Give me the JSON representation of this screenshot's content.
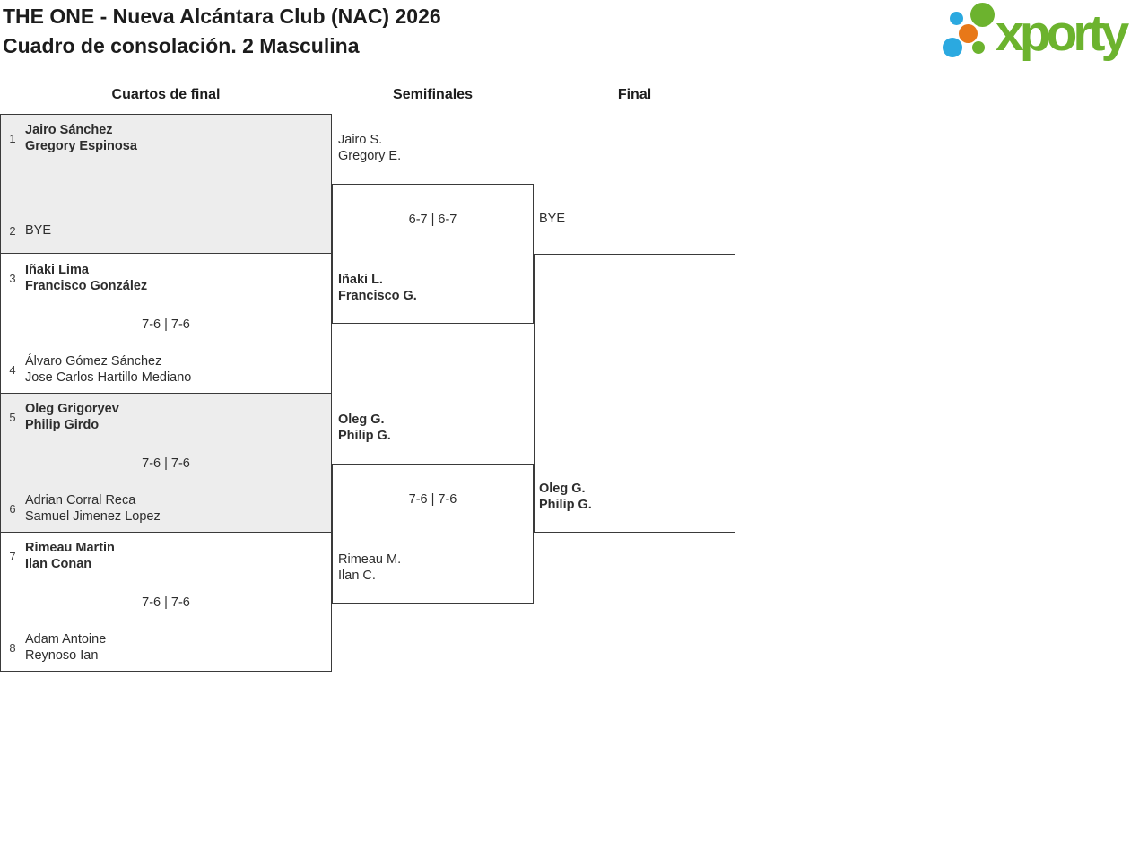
{
  "header": {
    "title_line1": "THE ONE - Nueva Alcántara Club (NAC) 2026",
    "title_line2": "Cuadro de consolación. 2 Masculina"
  },
  "logo": {
    "wordmark": "xporty",
    "brand_colors": {
      "green": "#6cb32e",
      "blue": "#2ba9e0",
      "orange": "#e87818"
    }
  },
  "round_headers": [
    {
      "label": "Cuartos de final"
    },
    {
      "label": "Semifinales"
    },
    {
      "label": "Final"
    }
  ],
  "bracket": {
    "quarterfinals": [
      {
        "seed_top": "1",
        "top": [
          "Jairo Sánchez",
          "Gregory Espinosa"
        ],
        "seed_bottom": "2",
        "bottom": [
          "BYE"
        ],
        "winner": "top"
      },
      {
        "seed_top": "3",
        "top": [
          "Iñaki Lima",
          "Francisco González"
        ],
        "seed_bottom": "4",
        "bottom": [
          "Álvaro Gómez Sánchez",
          "Jose Carlos Hartillo Mediano"
        ],
        "score": "7-6 | 7-6",
        "winner": "top"
      },
      {
        "seed_top": "5",
        "top": [
          "Oleg Grigoryev",
          "Philip Girdo"
        ],
        "seed_bottom": "6",
        "bottom": [
          "Adrian Corral Reca",
          "Samuel Jimenez Lopez"
        ],
        "score": "7-6 | 7-6",
        "winner": "top"
      },
      {
        "seed_top": "7",
        "top": [
          "Rimeau Martin",
          "Ilan Conan"
        ],
        "seed_bottom": "8",
        "bottom": [
          "Adam Antoine",
          "Reynoso Ian"
        ],
        "score": "7-6 | 7-6",
        "winner": "top"
      }
    ],
    "semifinals": [
      {
        "top": [
          "Jairo S.",
          "Gregory E."
        ],
        "bottom": [
          "Iñaki L.",
          "Francisco G."
        ],
        "score": "6-7 | 6-7",
        "winner": "bottom"
      },
      {
        "top": [
          "Oleg G.",
          "Philip G."
        ],
        "bottom": [
          "Rimeau M.",
          "Ilan C."
        ],
        "score": "7-6 | 7-6",
        "winner": "top"
      }
    ],
    "final": {
      "top": [
        "BYE"
      ],
      "bottom": [
        "Oleg G.",
        "Philip G."
      ],
      "winner": "bottom"
    }
  },
  "colors": {
    "alt_match_fill": "#ededed",
    "bracket_border": "#3a3a3a",
    "text": "#2d2d2d"
  }
}
